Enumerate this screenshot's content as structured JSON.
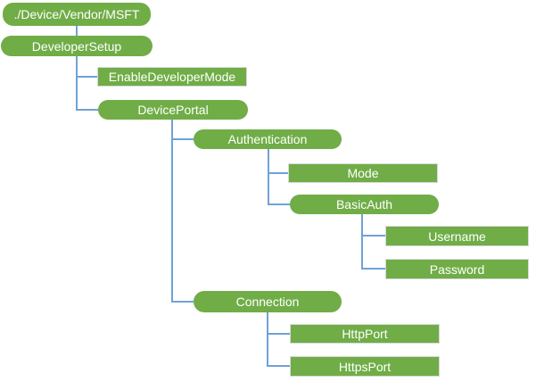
{
  "diagram": {
    "type": "tree",
    "description": "Configuration service provider node hierarchy",
    "colors": {
      "node_fill": "#70AD47",
      "node_text": "#FFFFFF",
      "rect_border": "#D9D9D9",
      "connector": "#6FA2D8",
      "background": "#FFFFFF"
    },
    "nodes": [
      {
        "id": "msft",
        "label": "./Device/Vendor/MSFT",
        "shape": "pill",
        "parent": null
      },
      {
        "id": "developer-setup",
        "label": "DeveloperSetup",
        "shape": "pill",
        "parent": "msft"
      },
      {
        "id": "enable-developer-mode",
        "label": "EnableDeveloperMode",
        "shape": "rect",
        "parent": "developer-setup"
      },
      {
        "id": "device-portal",
        "label": "DevicePortal",
        "shape": "pill",
        "parent": "developer-setup"
      },
      {
        "id": "authentication",
        "label": "Authentication",
        "shape": "pill",
        "parent": "device-portal"
      },
      {
        "id": "mode",
        "label": "Mode",
        "shape": "rect",
        "parent": "authentication"
      },
      {
        "id": "basic-auth",
        "label": "BasicAuth",
        "shape": "pill",
        "parent": "authentication"
      },
      {
        "id": "username",
        "label": "Username",
        "shape": "rect",
        "parent": "basic-auth"
      },
      {
        "id": "password",
        "label": "Password",
        "shape": "rect",
        "parent": "basic-auth"
      },
      {
        "id": "connection",
        "label": "Connection",
        "shape": "pill",
        "parent": "device-portal"
      },
      {
        "id": "http-port",
        "label": "HttpPort",
        "shape": "rect",
        "parent": "connection"
      },
      {
        "id": "https-port",
        "label": "HttpsPort",
        "shape": "rect",
        "parent": "connection"
      }
    ]
  }
}
